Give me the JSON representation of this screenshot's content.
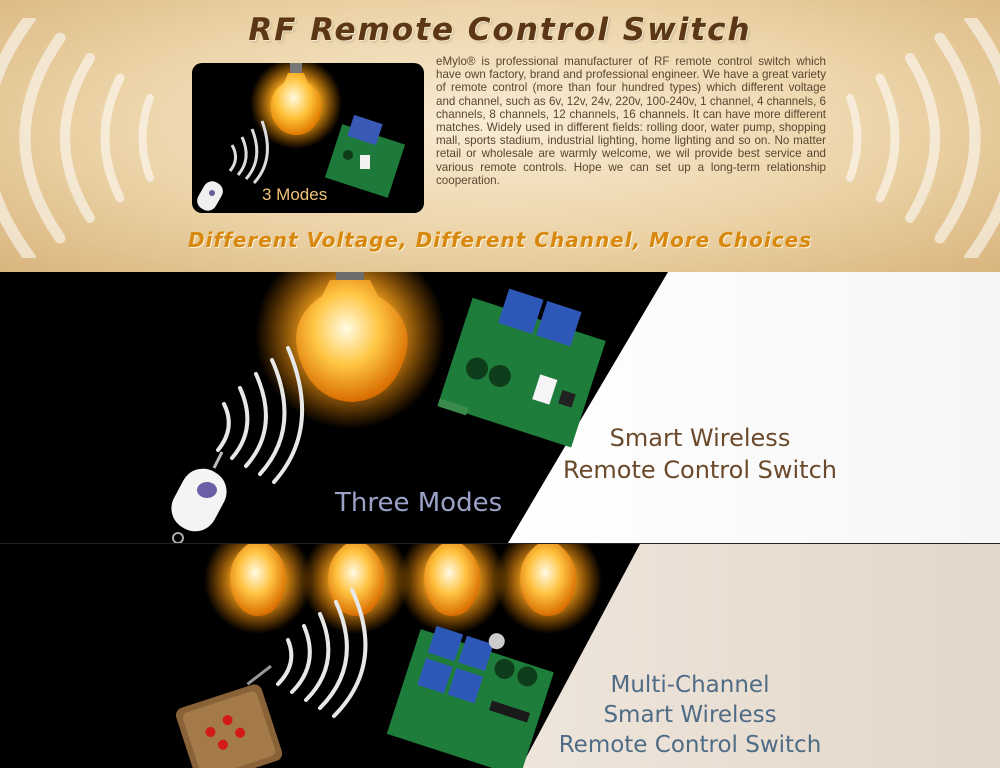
{
  "top": {
    "title": "RF Remote Control Switch",
    "inset_label": "3 Modes",
    "description": "eMylo® is professional manufacturer of RF remote control switch which have own factory, brand and professional engineer. We have a great variety of remote control (more than four hundred types) which different voltage and channel, such as 6v, 12v, 24v, 220v, 100-240v, 1 channel, 4 channels, 6 channels, 8 channels, 12 channels, 16 channels. It can have more different matches. Widely used in different fields: rolling door, water pump, shopping mall, sports stadium, industrial lighting, home lighting and so on. No matter retail or wholesale are warmly welcome, we wil provide best service and various remote controls. Hope we can set up a long-term relationship cooperation.",
    "tagline": "Different Voltage, Different Channel, More Choices"
  },
  "middle": {
    "modes_label": "Three Modes",
    "line1": "Smart Wireless",
    "line2": "Remote Control Switch"
  },
  "bottom": {
    "line1": "Multi-Channel",
    "line2": "Smart Wireless",
    "line3": "Remote Control Switch"
  },
  "colors": {
    "title": "#5b3716",
    "tagline": "#d8880f",
    "mid_panel": "#ffffff",
    "bottom_panel": "#e6dbcf",
    "bottom_text": "#4f6c86"
  }
}
